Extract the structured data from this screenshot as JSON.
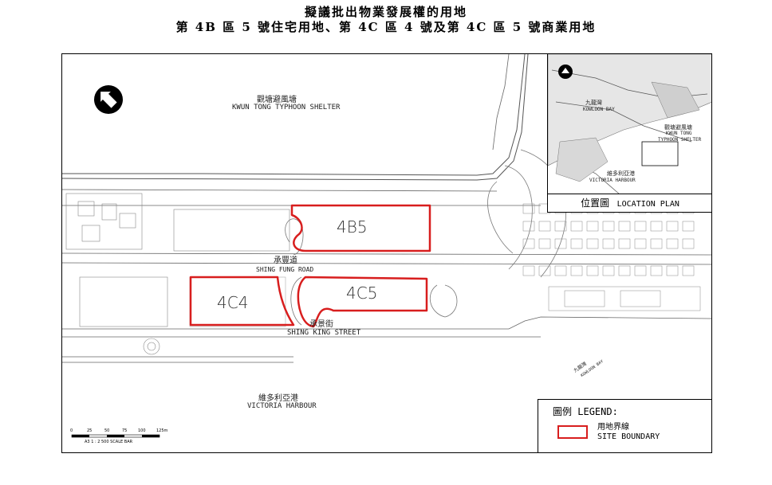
{
  "title": {
    "line1": "擬議批出物業發展權的用地",
    "line2": "第 4B 區 5 號住宅用地、第 4C 區 4 號及第 4C 區 5 號商業用地"
  },
  "map": {
    "labels": {
      "kwun_tong_shelter_zh": "觀塘避風塘",
      "kwun_tong_shelter_en": "KWUN TONG TYPHOON SHELTER",
      "shing_fung_road_zh": "承豐道",
      "shing_fung_road_en": "SHING FUNG ROAD",
      "shing_king_street_zh": "承景街",
      "shing_king_street_en": "SHING KING STREET",
      "victoria_harbour_zh": "維多利亞港",
      "victoria_harbour_en": "VICTORIA HARBOUR",
      "kowloon_bay_rotated_zh": "九龍灣",
      "kowloon_bay_rotated_en": "KOWLOON BAY"
    },
    "sites": [
      {
        "code": "4B5"
      },
      {
        "code": "4C4"
      },
      {
        "code": "4C5"
      }
    ],
    "boundary_color": "#d81e1e",
    "north_arrow_icon": "north-arrow-icon"
  },
  "inset": {
    "caption_zh": "位置圖",
    "caption_en": "LOCATION PLAN",
    "kowloon_bay_zh": "九龍灣",
    "kowloon_bay_en": "KOWLOON BAY",
    "shelter_zh": "觀塘避風塘",
    "shelter_en_1": "KWUN TONG",
    "shelter_en_2": "TYPHOON SHELTER",
    "harbour_zh": "維多利亞港",
    "harbour_en": "VICTORIA HARBOUR"
  },
  "legend": {
    "title_zh": "圖例",
    "title_en": "LEGEND:",
    "item_zh": "用地界線",
    "item_en": "SITE BOUNDARY"
  },
  "scale": {
    "ticks": [
      "0",
      "25",
      "50",
      "75",
      "100",
      "125m"
    ],
    "caption": "A3 1 : 2 500   SCALE BAR"
  }
}
